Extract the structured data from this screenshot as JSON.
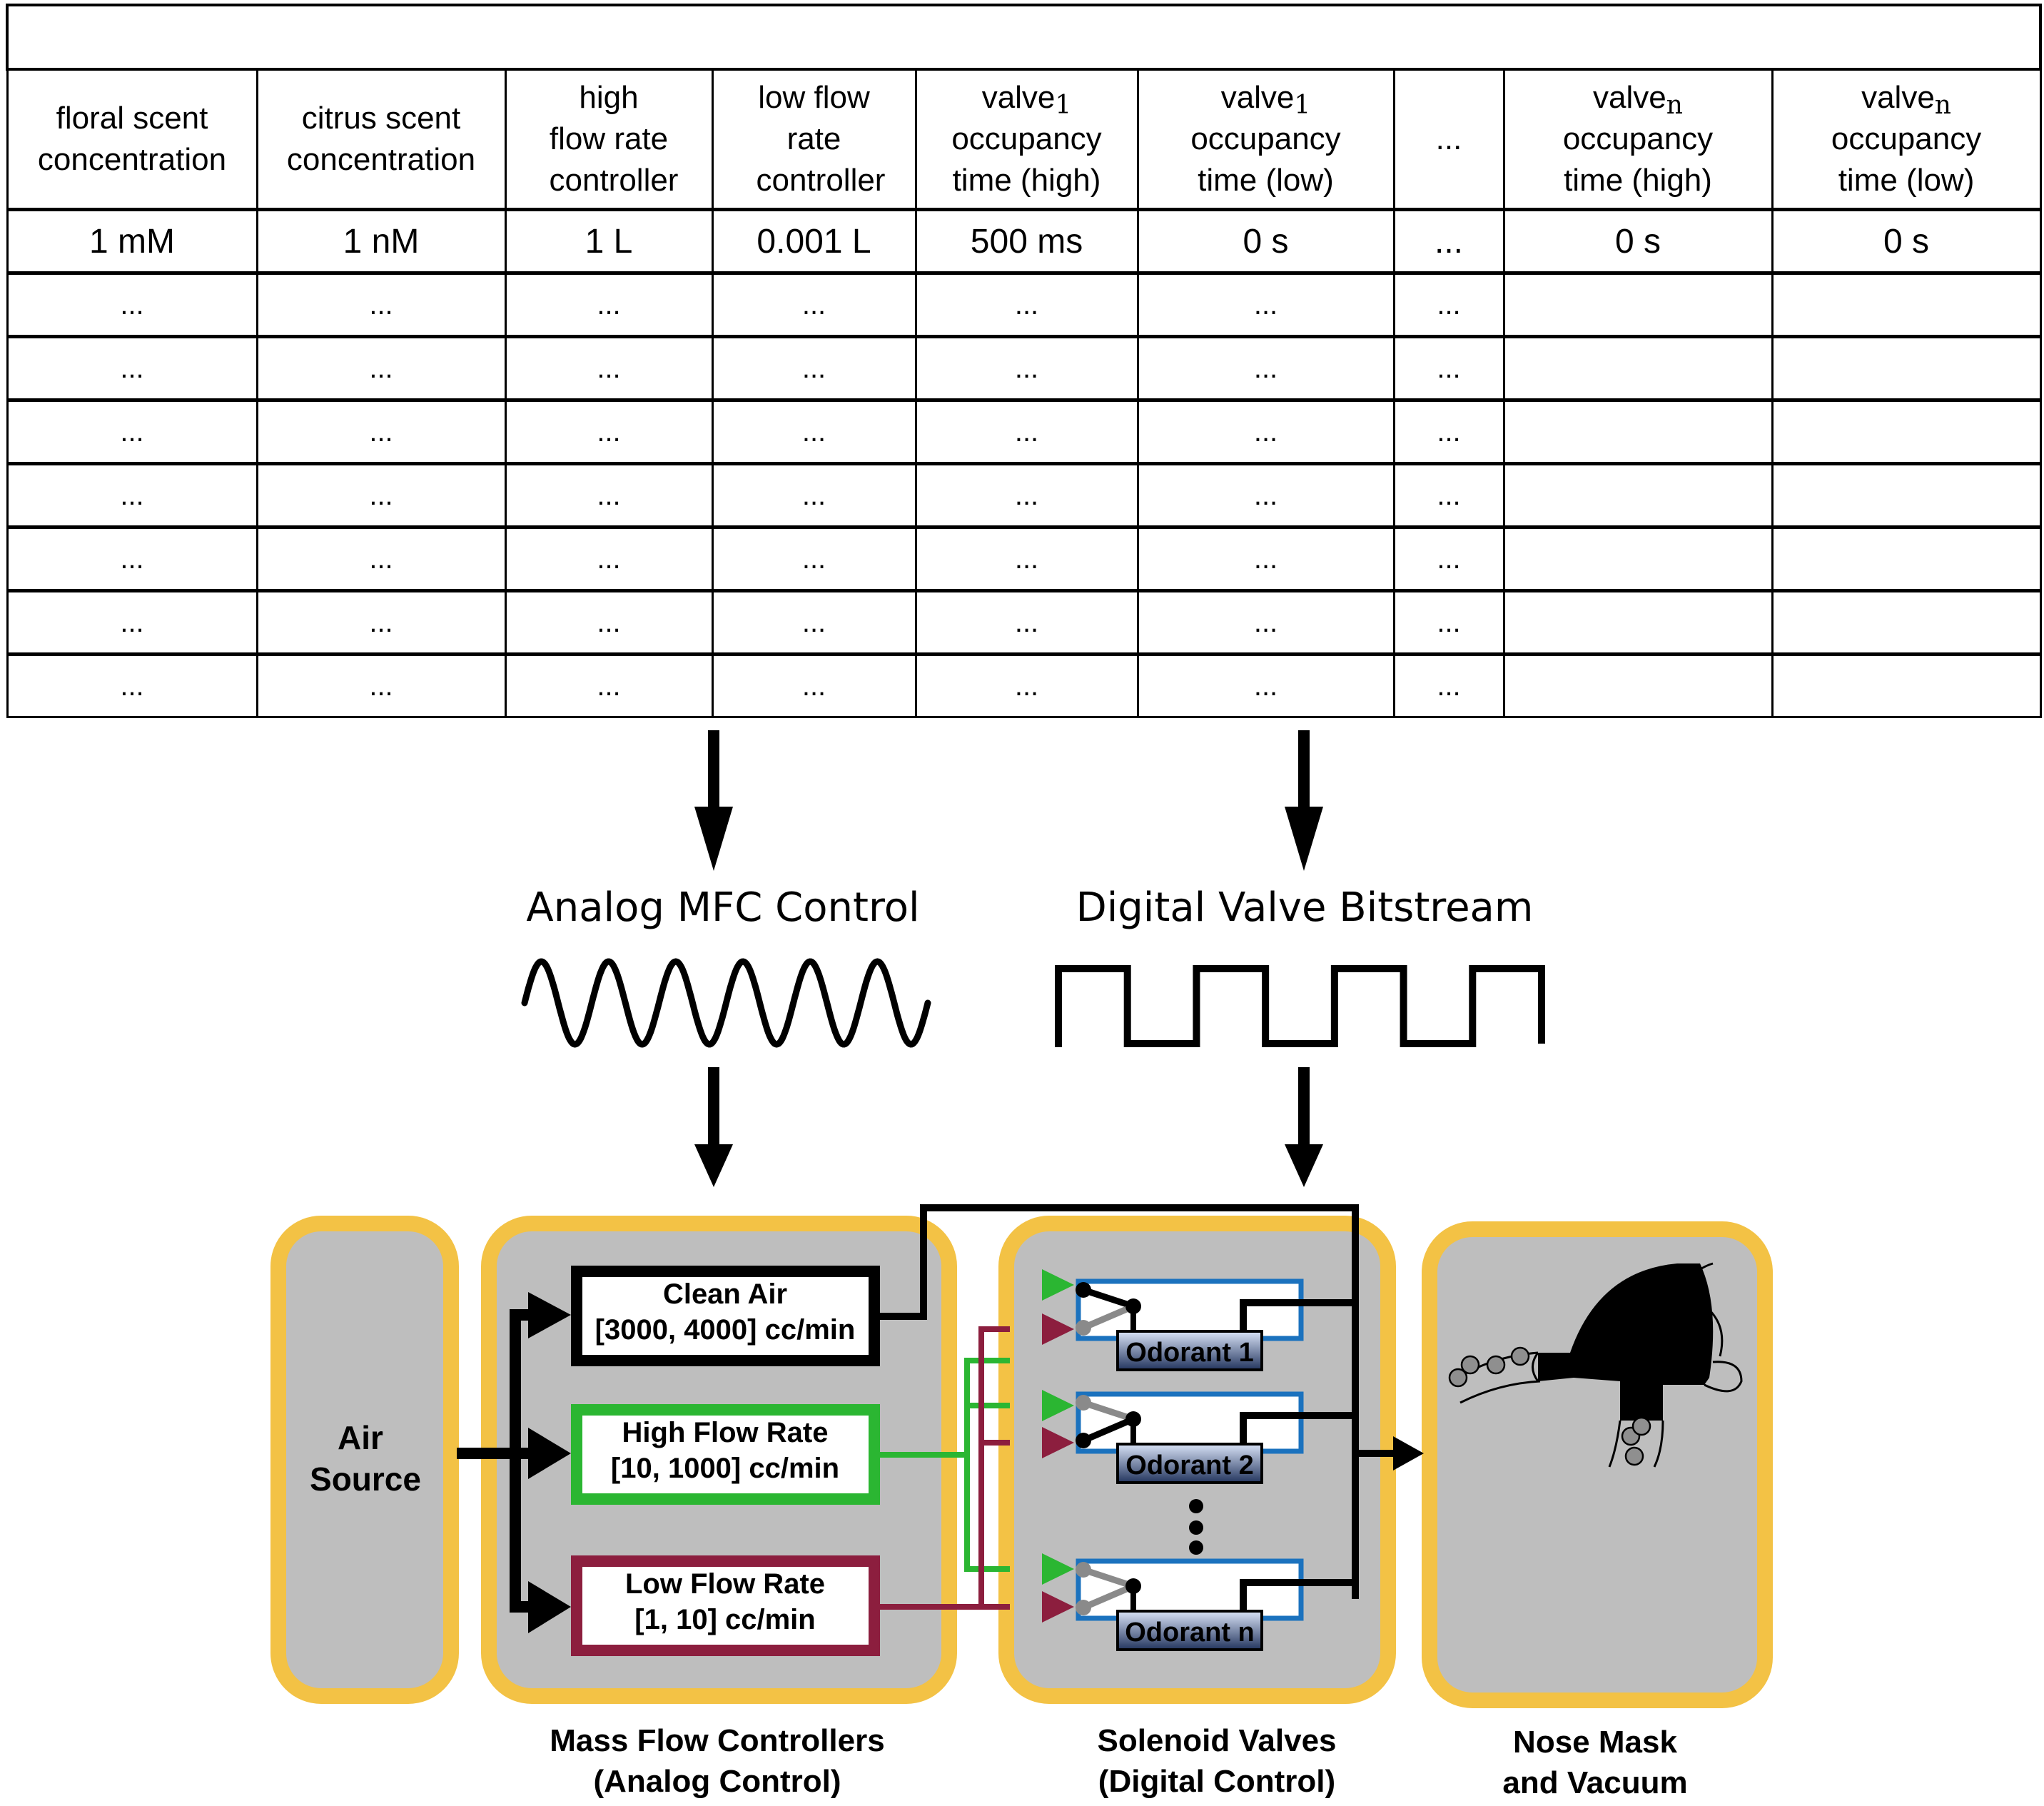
{
  "table": {
    "title": "",
    "columns": [
      {
        "main": "floral scent concentration",
        "sub": ""
      },
      {
        "main": "citrus scent concentration",
        "sub": ""
      },
      {
        "main": "high flow rate controller",
        "sub": ""
      },
      {
        "main": "low flow rate controller",
        "sub": ""
      },
      {
        "pre": "valve",
        "sub": "1",
        "post": "occupancy time (high)"
      },
      {
        "pre": "valve",
        "sub": "1",
        "post": "occupancy time (low)"
      },
      {
        "main": "...",
        "sub": ""
      },
      {
        "pre": "valve",
        "sub": "n",
        "post": "occupancy time (high)"
      },
      {
        "pre": "valve",
        "sub": "n",
        "post": "occupancy time (low)"
      }
    ],
    "first_row": [
      "1 mM",
      "1 nM",
      "1 L",
      "0.001 L",
      "500 ms",
      "0 s",
      "...",
      "0 s",
      "0 s"
    ],
    "ellipsis_rows": [
      [
        "...",
        "...",
        "...",
        "...",
        "...",
        "...",
        "...",
        "",
        ""
      ],
      [
        "...",
        "...",
        "...",
        "...",
        "...",
        "...",
        "...",
        "",
        ""
      ],
      [
        "...",
        "...",
        "...",
        "...",
        "...",
        "...",
        "...",
        "",
        ""
      ],
      [
        "...",
        "...",
        "...",
        "...",
        "...",
        "...",
        "...",
        "",
        ""
      ],
      [
        "...",
        "...",
        "...",
        "...",
        "...",
        "...",
        "...",
        "",
        ""
      ],
      [
        "...",
        "...",
        "...",
        "...",
        "...",
        "...",
        "...",
        "",
        ""
      ],
      [
        "...",
        "...",
        "...",
        "...",
        "...",
        "...",
        "...",
        "",
        ""
      ]
    ]
  },
  "signals": {
    "analog_label": "Analog MFC Control",
    "digital_label": "Digital Valve Bitstream",
    "analog_cycles": 6,
    "digital_bits": [
      1,
      0,
      1,
      0,
      1,
      0,
      1
    ]
  },
  "blocks": {
    "air_source": {
      "line1": "Air",
      "line2": "Source"
    },
    "mfc": {
      "clean_air": {
        "title": "Clean Air",
        "range": "[3000, 4000] cc/min"
      },
      "high_flow": {
        "title": "High Flow Rate",
        "range": "[10, 1000] cc/min"
      },
      "low_flow": {
        "title": "Low Flow Rate",
        "range": "[1, 10] cc/min"
      },
      "caption1": "Mass Flow Controllers",
      "caption2": "(Analog Control)"
    },
    "solenoid": {
      "valves": [
        "Odorant 1",
        "Odorant 2",
        "Odorant n"
      ],
      "caption1": "Solenoid Valves",
      "caption2": "(Digital Control)"
    },
    "nose": {
      "caption1": "Nose Mask",
      "caption2": "and Vacuum"
    }
  },
  "colors": {
    "panel_border": "#F3C245",
    "panel_fill": "#BEBEBE",
    "high_flow": "#2BB632",
    "low_flow": "#8C1E3E",
    "valve_border": "#1B72BE",
    "valve_label_top": "#D9E3F7",
    "valve_label_bottom": "#23355E",
    "line": "#000000",
    "inactive_switch": "#8A8A8A"
  }
}
